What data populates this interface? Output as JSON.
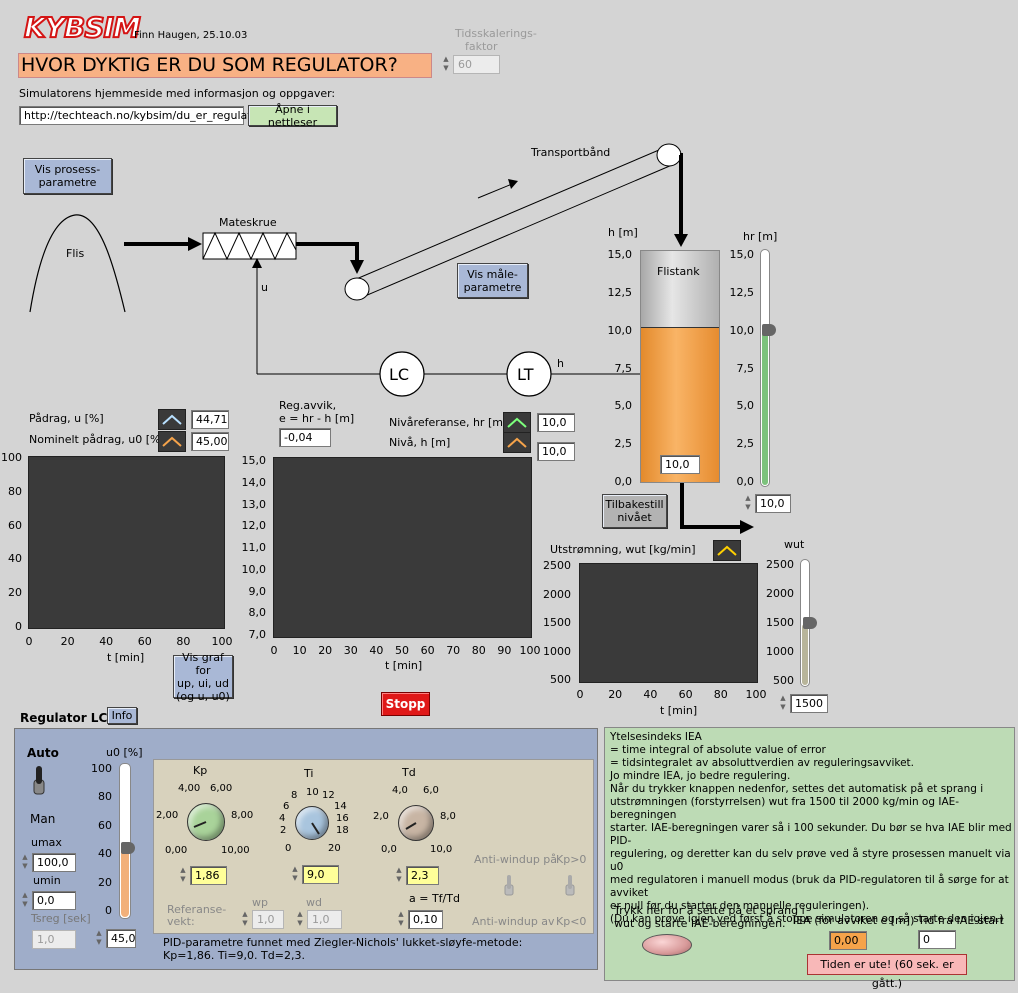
{
  "header": {
    "logo": "KYBSIM",
    "author_date": "Finn Haugen, 25.10.03",
    "title": "HVOR DYKTIG ER DU SOM REGULATOR?",
    "timescale_label_1": "Tidsskalerings-",
    "timescale_label_2": "faktor",
    "timescale_value": "60",
    "homepage_label": "Simulatorens hjemmeside med informasjon og oppgaver:",
    "homepage_url": "http://techteach.no/kybsim/du_er_regulator",
    "open_browser_label": "Åpne i nettleser"
  },
  "process": {
    "show_process_params": "Vis prosess-\nparametre",
    "flis_label": "Flis",
    "screw_label": "Mateskrue",
    "belt_label": "Transportbånd",
    "show_meas_params": "Vis måle-\nparametre",
    "u_label": "u",
    "h_label": "h",
    "lc_label": "LC",
    "lt_label": "LT",
    "tank_label": "Flistank",
    "tank_level": 10.0,
    "tank_level_text": "10,0",
    "tank_axis_title": "h [m]",
    "tank_ticks": [
      "15,0",
      "12,5",
      "10,0",
      "7,5",
      "5,0",
      "2,5",
      "0,0"
    ],
    "hr_title": "hr [m]",
    "hr_ticks": [
      "15,0",
      "12,5",
      "10,0",
      "7,5",
      "5,0",
      "2,5",
      "0,0"
    ],
    "hr_value": "10,0",
    "reset_level": "Tilbakestill\nnivået",
    "wut_title": "wut",
    "wut_ticks": [
      "2500",
      "2000",
      "1500",
      "1000",
      "500"
    ],
    "wut_value": "1500"
  },
  "chart1": {
    "label_u": "Pådrag, u [%]",
    "label_u0": "Nominelt pådrag, u0 [%]",
    "value_u": "44,71",
    "value_u0": "45,00",
    "yticks": [
      "100",
      "80",
      "60",
      "40",
      "20",
      "0"
    ],
    "xticks": [
      "0",
      "20",
      "40",
      "60",
      "80",
      "100"
    ],
    "xlabel": "t [min]",
    "show_graph": "Vis graf for\nup, ui, ud\n(og u, u0)"
  },
  "chart2": {
    "label_e1": "Reg.avvik,",
    "label_e2": "e = hr - h [m]",
    "value_e": "-0,04",
    "label_hr": "Nivåreferanse, hr [m]",
    "label_h": "Nivå, h [m]",
    "value_hr": "10,0",
    "value_h": "10,0",
    "yticks": [
      "15,0",
      "14,0",
      "13,0",
      "12,0",
      "11,0",
      "10,0",
      "9,0",
      "8,0",
      "7,0"
    ],
    "xticks": [
      "0",
      "10",
      "20",
      "30",
      "40",
      "50",
      "60",
      "70",
      "80",
      "90",
      "100"
    ],
    "xlabel": "t [min]"
  },
  "chart3": {
    "label": "Utstrømning, wut [kg/min]",
    "yticks": [
      "2500",
      "2000",
      "1500",
      "1000",
      "500"
    ],
    "xticks": [
      "0",
      "20",
      "40",
      "60",
      "80",
      "100"
    ],
    "xlabel": "t [min]"
  },
  "stop_label": "Stopp",
  "regulator": {
    "title": "Regulator LC",
    "info": "Info",
    "auto": "Auto",
    "man": "Man",
    "u0_title": "u0 [%]",
    "u0_ticks": [
      "100",
      "80",
      "60",
      "40",
      "20",
      "0"
    ],
    "u0_value": "45,0",
    "u0_level": 0.45,
    "umax_label": "umax",
    "umax_value": "100,0",
    "umin_label": "umin",
    "umin_value": "0,0",
    "tsreg_label": "Tsreg [sek]",
    "tsreg_value": "1,0",
    "kp_label": "Kp",
    "kp_value": "1,86",
    "kp_scale": [
      "4,00",
      "6,00",
      "2,00",
      "8,00",
      "0,00",
      "10,00"
    ],
    "ti_label": "Ti",
    "ti_value": "9,0",
    "ti_scale": [
      "8",
      "10",
      "12",
      "6",
      "14",
      "4",
      "16",
      "2",
      "18",
      "20",
      "0",
      "20"
    ],
    "td_label": "Td",
    "td_value": "2,3",
    "td_scale": [
      "4,0",
      "6,0",
      "2,0",
      "8,0",
      "0,0",
      "10,0"
    ],
    "ref_weight_label": "Referanse-\nvekt:",
    "wp_label": "wp",
    "wp_value": "1,0",
    "wd_label": "wd",
    "wd_value": "1,0",
    "a_label": "a = Tf/Td",
    "a_value": "0,10",
    "antiwindup_on": "Anti-windup på",
    "antiwindup_off": "Anti-windup av",
    "kp_pos": "Kp>0",
    "kp_neg": "Kp<0",
    "note_1": "PID-parametre funnet med Ziegler-Nichols' lukket-sløyfe-metode:",
    "note_2": "Kp=1,86. Ti=9,0. Td=2,3."
  },
  "iae": {
    "text": "Ytelsesindeks IEA\n= time integral of absolute value of error\n= tidsintegralet av absoluttverdien av reguleringsavviket.\nJo mindre IEA, jo bedre regulering.\nNår du trykker knappen nedenfor, settes det automatisk på et sprang i\nutstrømningen (forstyrrelsen) wut fra 1500 til 2000 kg/min og IAE-beregningen\nstarter. IAE-beregningen varer så i 100 sekunder. Du bør se hva IAE blir med PID-\nregulering, og deretter kan du selv prøve ved å styre prosessen manuelt via u0\nmed regulatoren i manuell modus (bruk da PID-regulatoren til å sørge for at avviket\ner null før du starter den manuelle reguleringen).\n(Du kan prøve igjen ved først å stoppe simulatoren og så starte den igjen.)",
    "press_label": "Trykk her for å sette på et sprang i\nwut og starte IAE-beregningen.",
    "iea_label": "IEA (for avviket e [m])",
    "iea_value": "0,00",
    "time_label": "Tid fra IAE-start",
    "time_value": "0",
    "timeout": "Tiden er ute! (60 sek. er gått.)"
  },
  "colors": {
    "tank_fill": "#f5a34a",
    "chart_bg": "#3a3a3a",
    "stop_red": "#e01818",
    "u0_color": "#f5a34a",
    "u_color": "#b8e0ff",
    "hr_color": "#7cff7c",
    "wut_color": "#ffd000"
  }
}
